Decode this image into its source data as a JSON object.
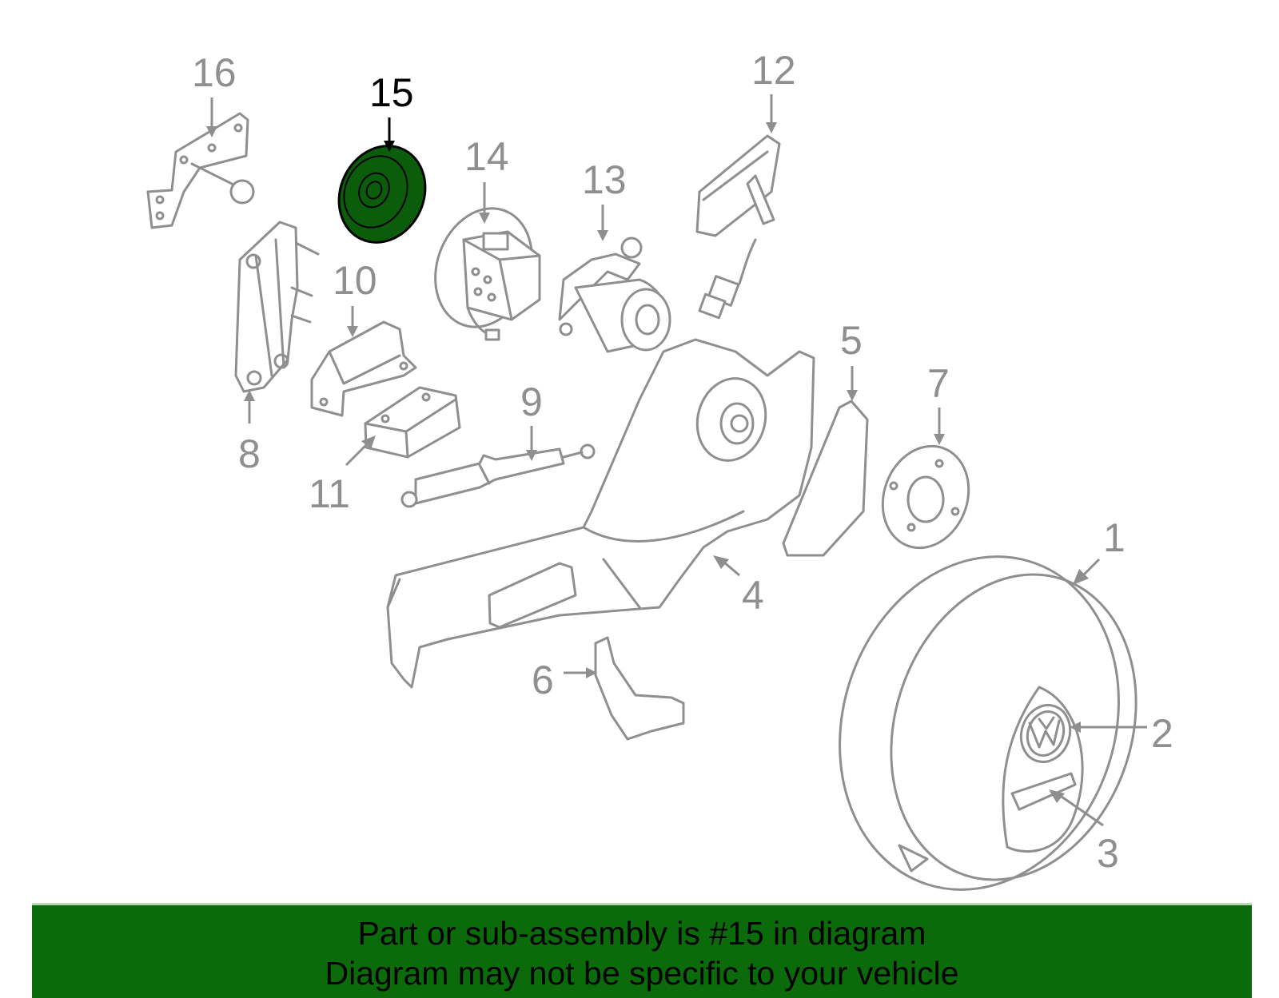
{
  "colors": {
    "highlight_fill": "#0b5c0b",
    "banner": "#0b6b0b",
    "part_stroke": "#8f8f8f",
    "highlight_text": "#000000"
  },
  "callouts": {
    "c1": "1",
    "c2": "2",
    "c3": "3",
    "c4": "4",
    "c5": "5",
    "c6": "6",
    "c7": "7",
    "c8": "8",
    "c9": "9",
    "c10": "10",
    "c11": "11",
    "c12": "12",
    "c13": "13",
    "c14": "14",
    "c15": "15",
    "c16": "16"
  },
  "highlighted_part": "15",
  "banner": {
    "line1": "Part or sub-assembly is #15 in diagram",
    "line2": "Diagram may not be specific to your vehicle"
  }
}
